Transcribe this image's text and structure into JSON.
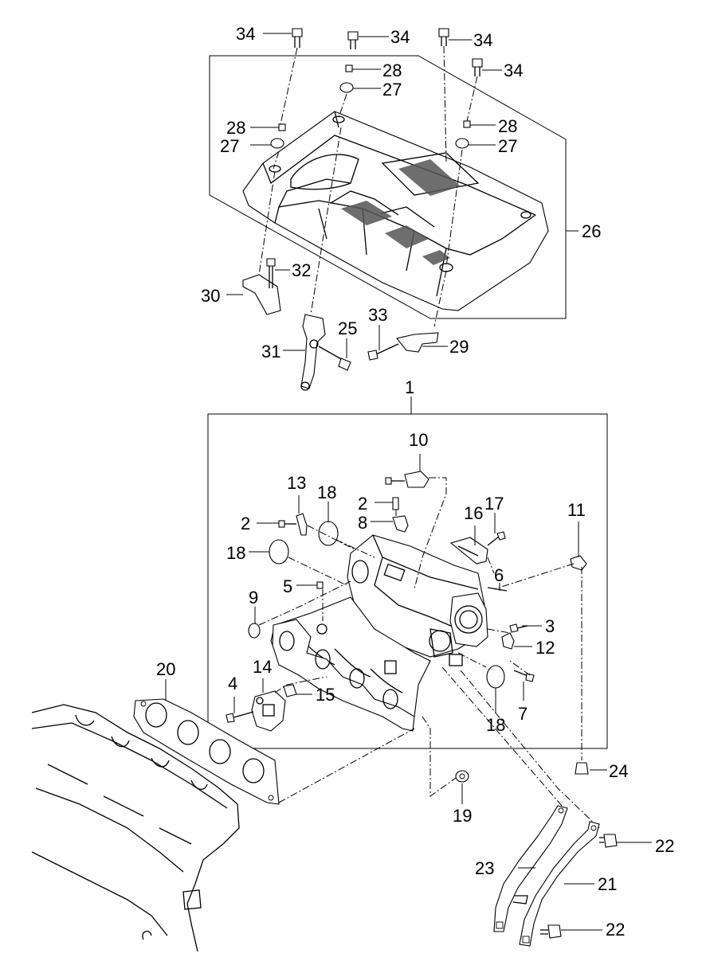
{
  "callouts": {
    "c1": "1",
    "c2a": "2",
    "c2b": "2",
    "c3": "3",
    "c4": "4",
    "c5": "5",
    "c6": "6",
    "c7": "7",
    "c8": "8",
    "c9": "9",
    "c10": "10",
    "c11": "11",
    "c12": "12",
    "c13": "13",
    "c14": "14",
    "c15": "15",
    "c16": "16",
    "c17": "17",
    "c18a": "18",
    "c18b": "18",
    "c18c": "18",
    "c19": "19",
    "c20": "20",
    "c21": "21",
    "c22a": "22",
    "c22b": "22",
    "c23": "23",
    "c24": "24",
    "c25": "25",
    "c26": "26",
    "c27a": "27",
    "c27b": "27",
    "c27c": "27",
    "c28a": "28",
    "c28b": "28",
    "c28c": "28",
    "c29": "29",
    "c30": "30",
    "c31": "31",
    "c32": "32",
    "c33": "33",
    "c34a": "34",
    "c34b": "34",
    "c34c": "34",
    "c34d": "34"
  },
  "colors": {
    "line": "#000000",
    "background": "#ffffff",
    "mesh": "#555555"
  }
}
